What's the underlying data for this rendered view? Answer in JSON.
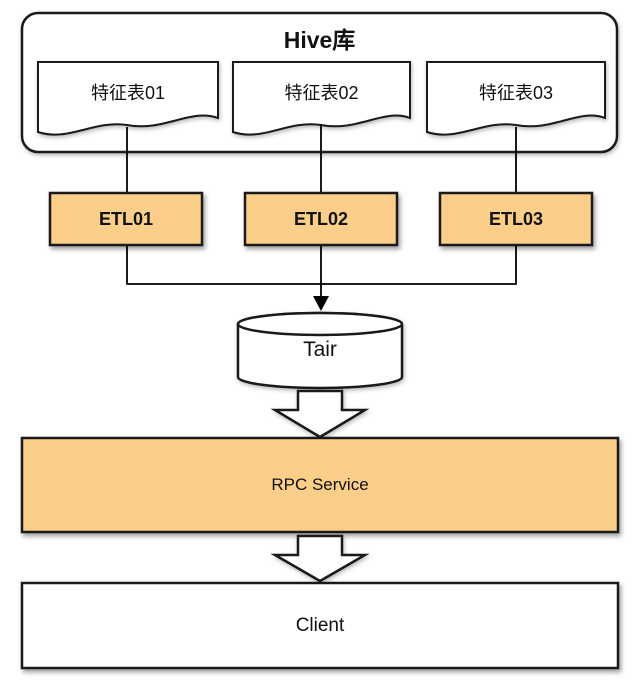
{
  "colors": {
    "node_fill_orange": "#FBCE8A",
    "node_fill_white": "#FFFFFF",
    "node_border": "#1A1A1A",
    "connector": "#000000"
  },
  "hive_group": {
    "label": "Hive库",
    "documents": [
      {
        "label": "特征表01"
      },
      {
        "label": "特征表02"
      },
      {
        "label": "特征表03"
      }
    ]
  },
  "etl_nodes": [
    {
      "label": "ETL01"
    },
    {
      "label": "ETL02"
    },
    {
      "label": "ETL03"
    }
  ],
  "datastore": {
    "label": "Tair"
  },
  "rpc_service": {
    "label": "RPC Service"
  },
  "client": {
    "label": "Client"
  }
}
